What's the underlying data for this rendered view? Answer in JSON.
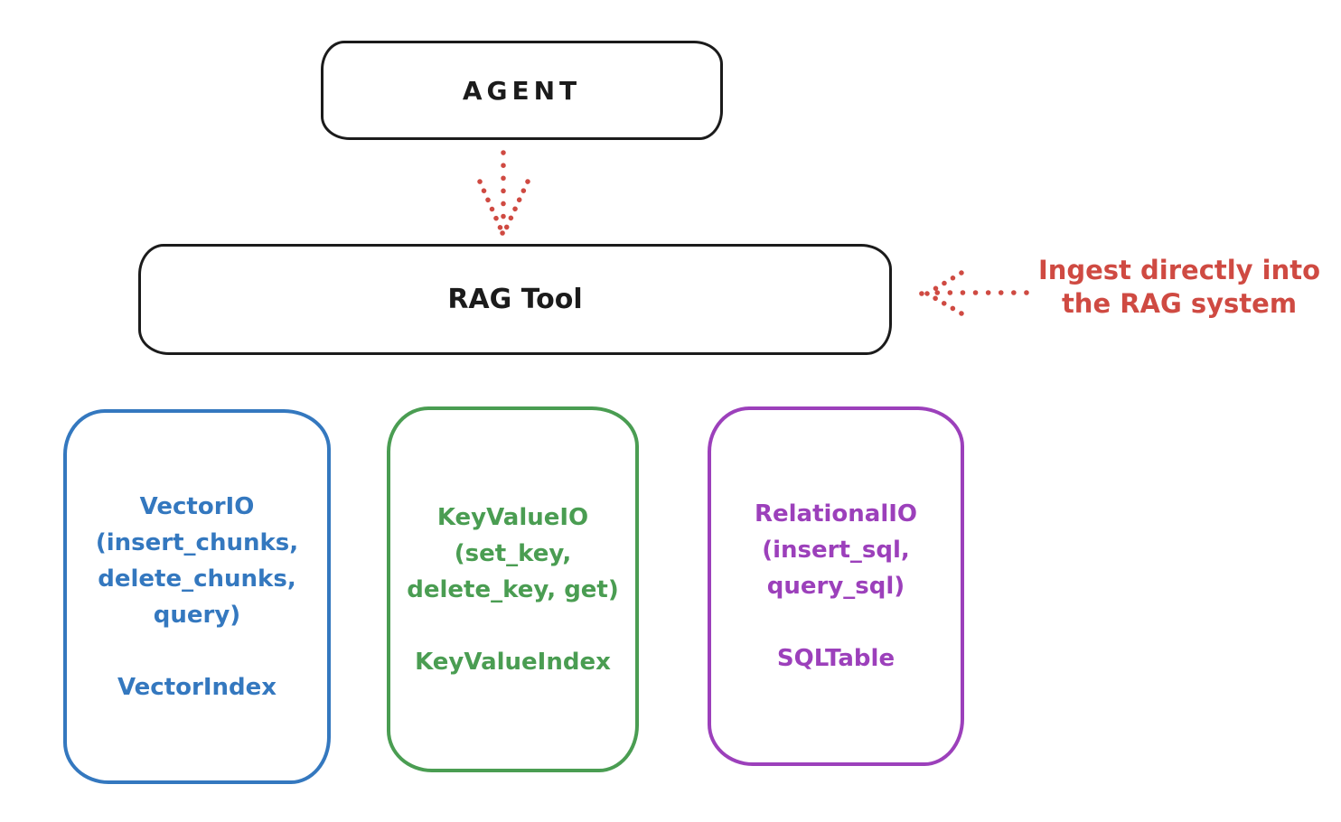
{
  "diagram": {
    "colors": {
      "background": "#ffffff",
      "ink": "#1b1b1b",
      "red": "#cf4a42",
      "blue": "#3478bf",
      "green": "#4a9d52",
      "purple": "#9c40bb"
    },
    "agent_box": {
      "label": "AGENT"
    },
    "rag_tool_box": {
      "label": "RAG Tool"
    },
    "annotation": {
      "line1": "Ingest directly into",
      "line2": "the RAG system"
    },
    "arrows": [
      {
        "name": "agent-to-rag-tool",
        "style": "dotted",
        "direction": "down"
      },
      {
        "name": "ingest-annotation-to-rag-tool",
        "style": "dotted",
        "direction": "left"
      }
    ],
    "storage_boxes": [
      {
        "name": "vector-io",
        "color": "#3478bf",
        "lines": [
          "VectorIO",
          "(insert_chunks,",
          "delete_chunks,",
          "query)"
        ],
        "index_label": "VectorIndex"
      },
      {
        "name": "key-value-io",
        "color": "#4a9d52",
        "lines": [
          "KeyValueIO",
          "(set_key,",
          "delete_key, get)"
        ],
        "index_label": "KeyValueIndex"
      },
      {
        "name": "relational-io",
        "color": "#9c40bb",
        "lines": [
          "RelationalIO",
          "(insert_sql,",
          "query_sql)"
        ],
        "index_label": "SQLTable"
      }
    ]
  }
}
